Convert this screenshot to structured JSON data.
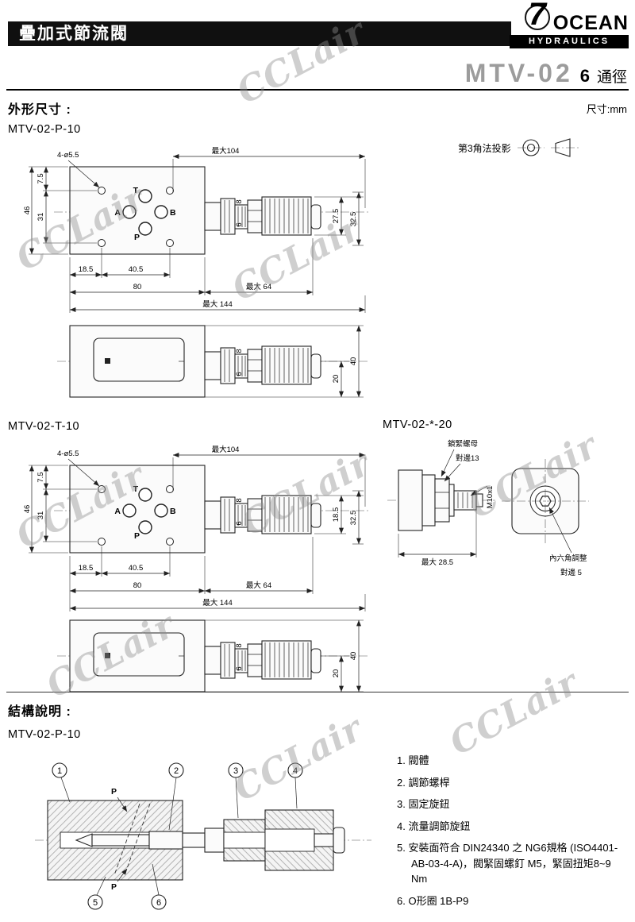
{
  "watermark": {
    "text": "CCLair"
  },
  "header": {
    "title": "疊加式節流閥",
    "logo_seven": "7",
    "logo_ocean": "OCEAN",
    "logo_sub": "HYDRAULICS",
    "model": "MTV-02",
    "bore": "6",
    "bore_unit": "通徑"
  },
  "outline": {
    "title": "外形尺寸 :",
    "unit": "尺寸:mm",
    "projection_label": "第3角法投影"
  },
  "p10": {
    "label": "MTV-02-P-10",
    "top": {
      "max104": "最大104",
      "holes": "4-ø5.5",
      "d7_5": "7.5",
      "d46": "46",
      "d31": "31",
      "t": "T",
      "a": "A",
      "b": "B",
      "p": "P",
      "d8": "8",
      "d6": "6",
      "d27_5": "27.5",
      "d32_5": "32.5",
      "d18_5": "18.5",
      "d40_5": "40.5",
      "d80": "80",
      "max64": "最大 64",
      "max144": "最大 144"
    },
    "side": {
      "d20": "20",
      "d40": "40",
      "d8": "8",
      "d6": "6"
    }
  },
  "t10": {
    "label": "MTV-02-T-10",
    "top": {
      "max104": "最大104",
      "holes": "4-ø5.5",
      "d7_5": "7.5",
      "d46": "46",
      "d31": "31",
      "t": "T",
      "a": "A",
      "b": "B",
      "p": "P",
      "d8": "8",
      "d6": "6",
      "d18_5v": "18.5",
      "d32_5": "32.5",
      "d18_5": "18.5",
      "d40_5": "40.5",
      "d80": "80",
      "max64": "最大 64",
      "max144": "最大 144"
    },
    "side": {
      "d20": "20",
      "d40": "40",
      "d8": "8",
      "d6": "6"
    }
  },
  "star20": {
    "label": "MTV-02-*-20",
    "locknut": "鎖緊螺母",
    "flats13": "對邊13",
    "thread": "M10x1",
    "max28_5": "最大 28.5",
    "hex_adjust": "內六角調整",
    "flats5": "對邊 5"
  },
  "structure": {
    "title": "結構說明 :",
    "label": "MTV-02-P-10",
    "port": "P",
    "callouts": [
      "1",
      "2",
      "3",
      "4",
      "5",
      "6"
    ],
    "parts": [
      "1. 閥體",
      "2. 調節螺桿",
      "3. 固定旋鈕",
      "4. 流量調節旋鈕",
      "5. 安裝面符合 DIN24340 之 NG6規格 (ISO4401-AB-03-4-A)，閥緊固螺釘 M5，緊固扭矩8~9 Nm",
      "6. O形圈 1B-P9"
    ]
  }
}
